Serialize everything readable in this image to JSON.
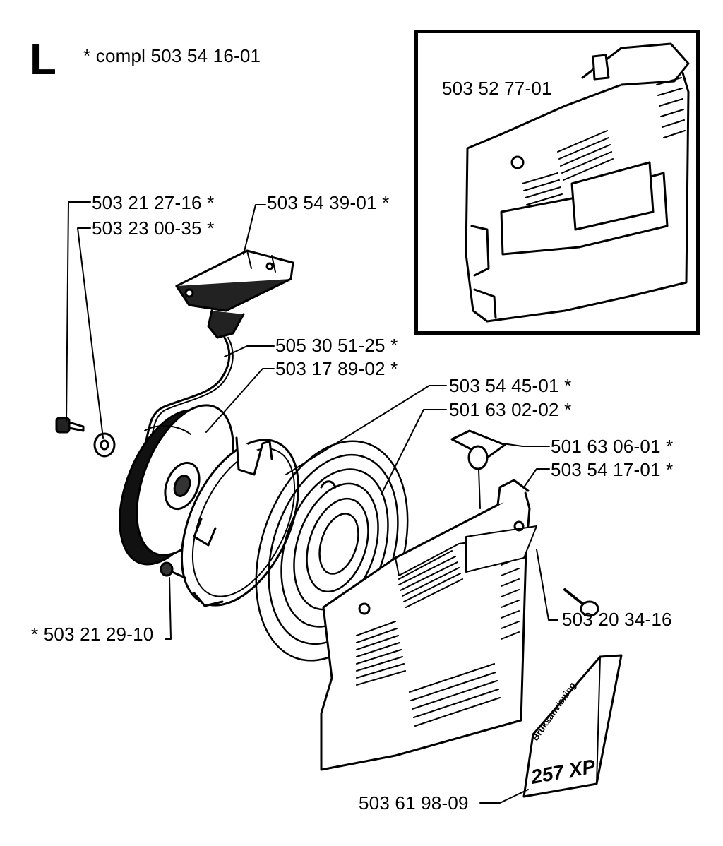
{
  "section_letter": "L",
  "kit_note": "* compl 503 54 16-01",
  "inset": {
    "part": "503 52 77-01"
  },
  "labels": {
    "screw_top": "503 21 27-16  *",
    "washer": "503 23 00-35  *",
    "handle": "503 54 39-01  *",
    "rope": "505 30 51-25  *",
    "pulley": "503 17 89-02  *",
    "starter_cup": "503 54 45-01  *",
    "spring": "501 63 02-02  *",
    "bushing": "501 63 06-01  *",
    "housing": "503 54 17-01  *",
    "screw_right": "503 20 34-16",
    "screw_bottom": "* 503 21 29-10",
    "manual": "503 61 98-09"
  },
  "manual_cover": {
    "title": "Bruksanvisning",
    "model": "257 XP"
  }
}
